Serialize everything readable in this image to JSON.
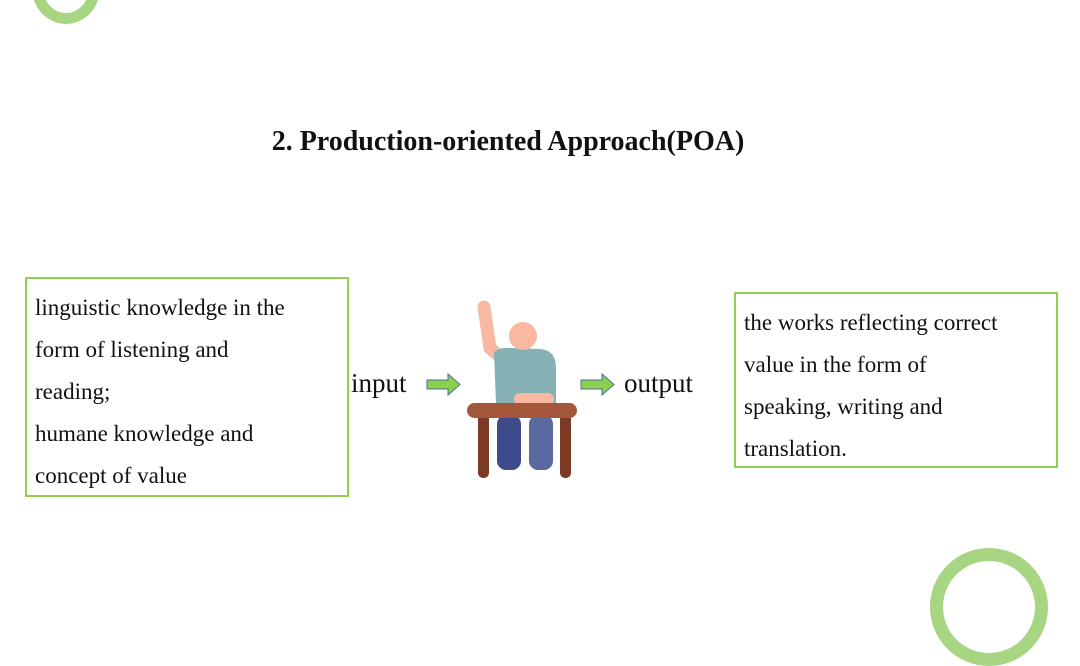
{
  "title": "2. Production-oriented Approach(POA)",
  "left_box": {
    "lines": [
      "linguistic knowledge in the",
      "form of listening and",
      "reading;",
      "humane knowledge and",
      "concept of value"
    ]
  },
  "input_label": "input",
  "output_label": "output",
  "right_box": {
    "lines": [
      "the works reflecting correct",
      "value in the form of",
      "speaking, writing and",
      "translation."
    ]
  },
  "colors": {
    "accent": "#8fd14f",
    "ring": "#a8d582"
  }
}
